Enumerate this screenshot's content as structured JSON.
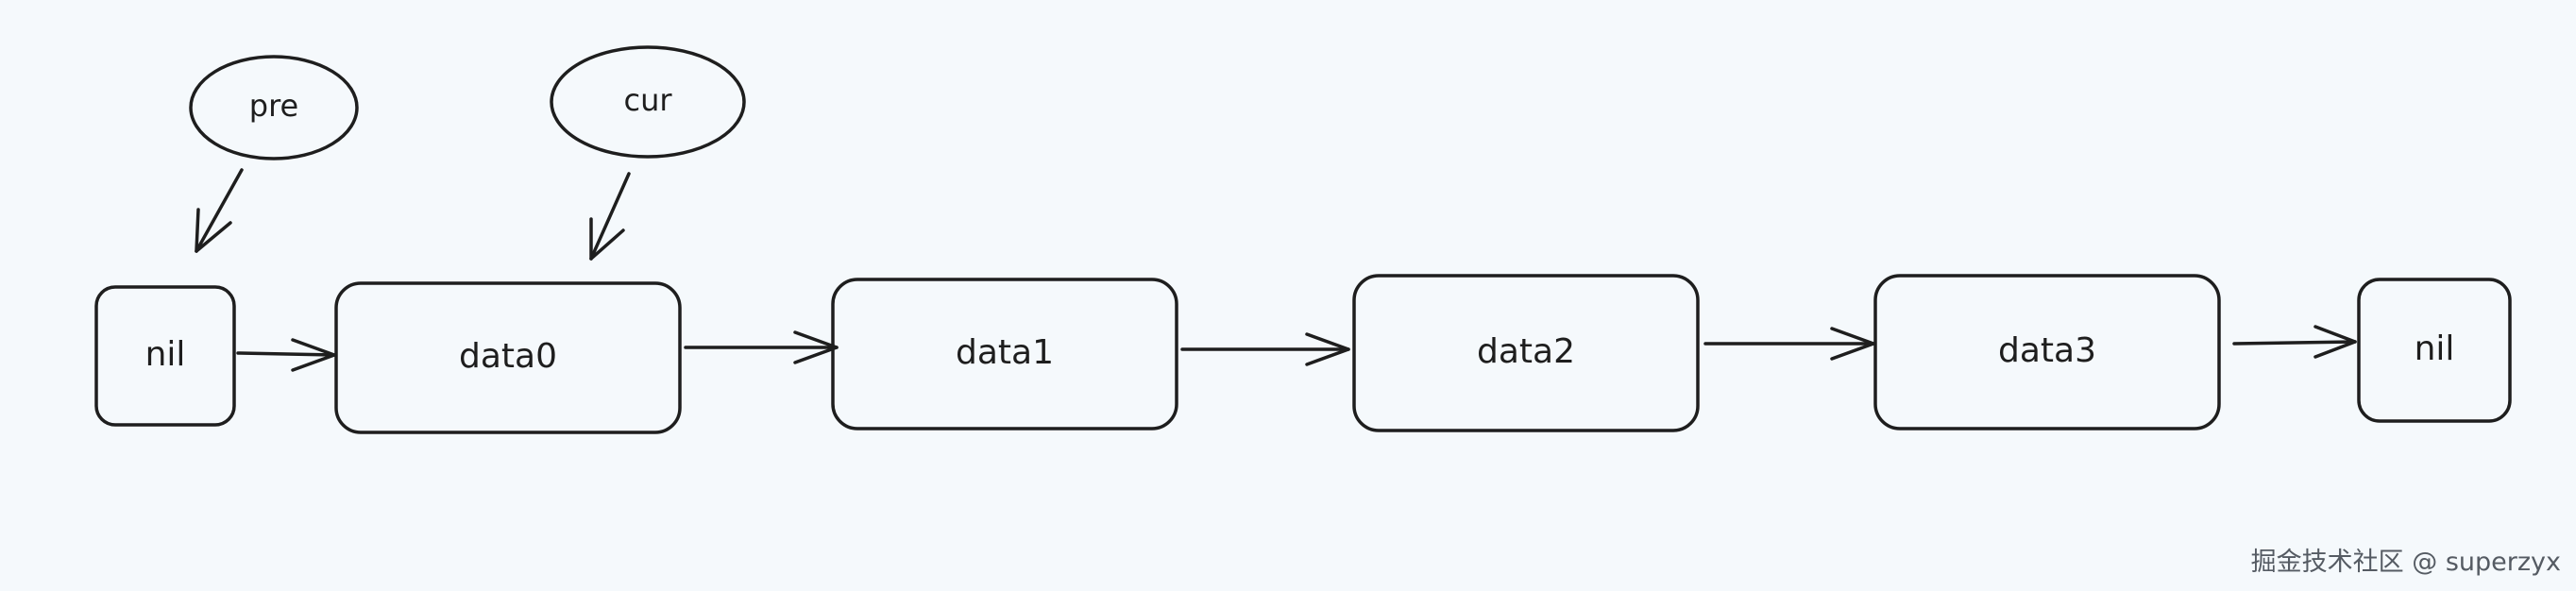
{
  "diagram": {
    "nodes": [
      {
        "id": "nil-start",
        "label": "nil"
      },
      {
        "id": "data0",
        "label": "data0"
      },
      {
        "id": "data1",
        "label": "data1"
      },
      {
        "id": "data2",
        "label": "data2"
      },
      {
        "id": "data3",
        "label": "data3"
      },
      {
        "id": "nil-end",
        "label": "nil"
      }
    ],
    "pointers": [
      {
        "id": "pre",
        "label": "pre",
        "target": "nil-start"
      },
      {
        "id": "cur",
        "label": "cur",
        "target": "data0"
      }
    ],
    "edges": [
      {
        "from": "nil-start",
        "to": "data0"
      },
      {
        "from": "data0",
        "to": "data1"
      },
      {
        "from": "data1",
        "to": "data2"
      },
      {
        "from": "data2",
        "to": "data3"
      },
      {
        "from": "data3",
        "to": "nil-end"
      }
    ]
  },
  "watermark": "掘金技术社区 @ superzyx",
  "colors": {
    "background": "#f5f9fc",
    "stroke": "#1e1e1e"
  }
}
